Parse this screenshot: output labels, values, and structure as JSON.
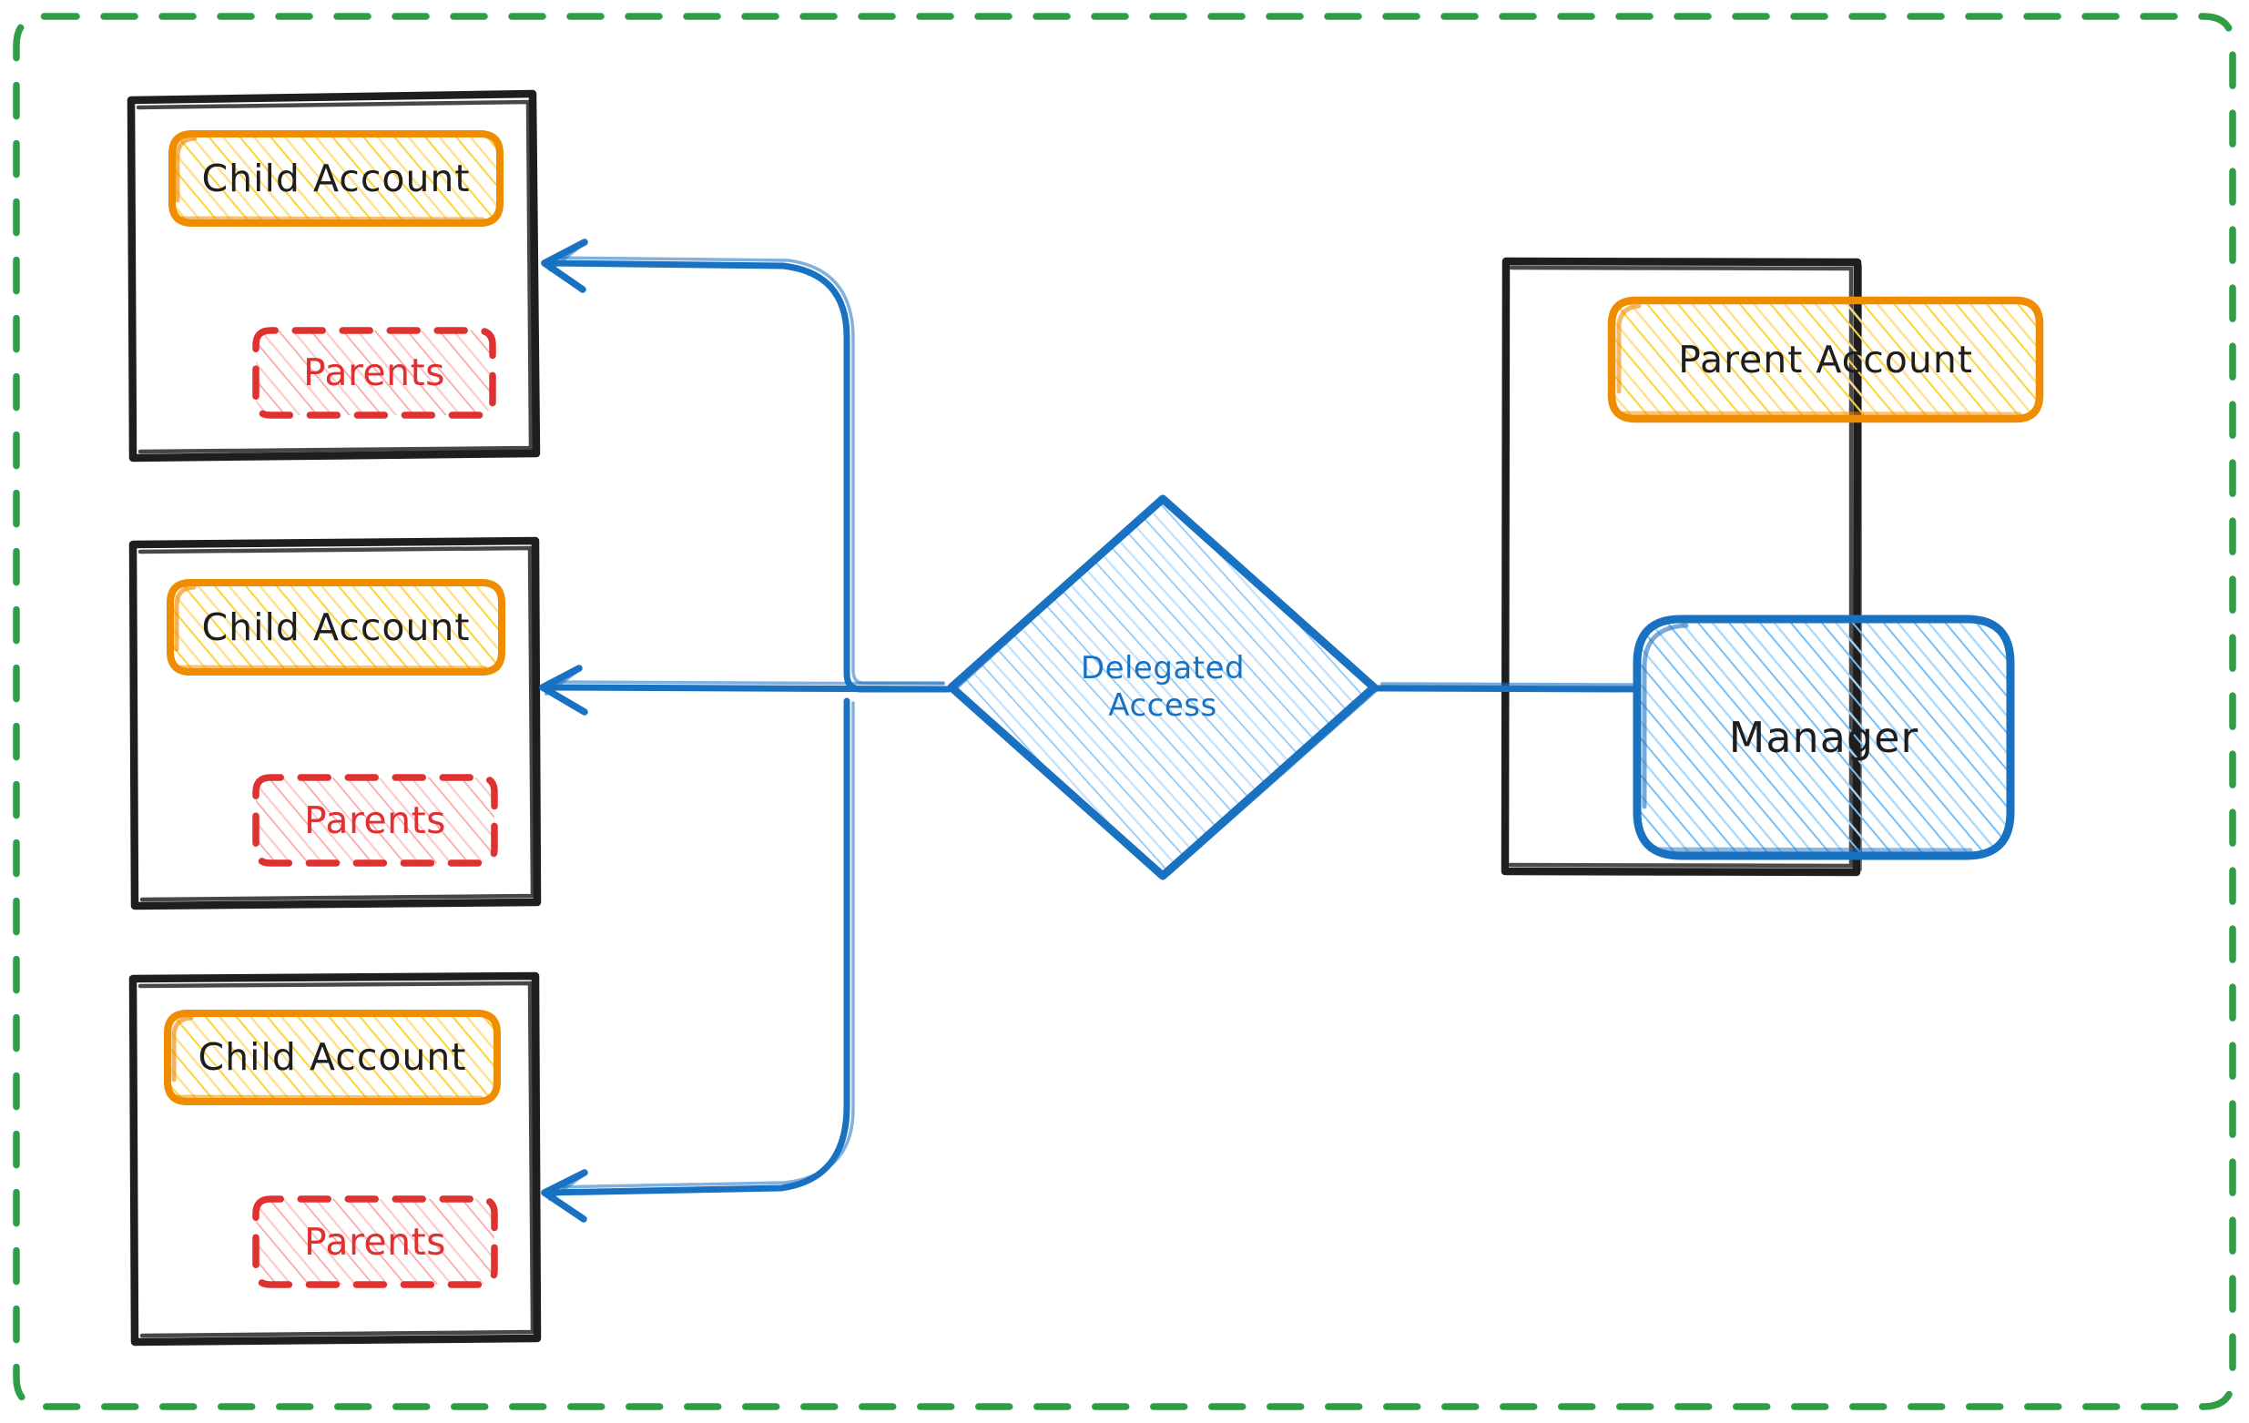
{
  "diagram": {
    "title": "Delegated Access",
    "type": "architecture-diagram",
    "style": "hand-drawn-sketch",
    "colors": {
      "outer_border": "#2f9e44",
      "container_border": "#1e1e1e",
      "account_border": "#f08c00",
      "account_fill": "#ffec99",
      "parents_border": "#e03131",
      "parents_fill": "#ffc9c9",
      "manager_border": "#1971c2",
      "manager_fill": "#a5d8ff",
      "arrow": "#1971c2",
      "text_dark": "#1e1e1e",
      "text_red": "#e03131",
      "text_blue": "#1971c2"
    },
    "outer_boundary": {
      "name": "organization-boundary",
      "stroke_style": "dashed"
    }
  },
  "child_accounts": [
    {
      "container_label": "child-account-container-1",
      "account_label": "Child Account",
      "parents_label": "Parents"
    },
    {
      "container_label": "child-account-container-2",
      "account_label": "Child Account",
      "parents_label": "Parents"
    },
    {
      "container_label": "child-account-container-3",
      "account_label": "Child Account",
      "parents_label": "Parents"
    }
  ],
  "parent_account": {
    "container_label": "parent-account-container",
    "account_label": "Parent Account",
    "manager_label": "Manager"
  },
  "delegated_access": {
    "label_line1": "Delegated",
    "label_line2": "Access",
    "label": "Delegated\nAccess",
    "shape": "diamond"
  },
  "connections": [
    {
      "name": "manager-to-delegated-access",
      "from": "Manager",
      "to": "Delegated Access",
      "arrow": "none"
    },
    {
      "name": "delegated-access-to-child-1",
      "from": "Delegated Access",
      "to": "Child Account 1",
      "arrow": "left"
    },
    {
      "name": "delegated-access-to-child-2",
      "from": "Delegated Access",
      "to": "Child Account 2",
      "arrow": "left"
    },
    {
      "name": "delegated-access-to-child-3",
      "from": "Delegated Access",
      "to": "Child Account 3",
      "arrow": "left"
    }
  ]
}
